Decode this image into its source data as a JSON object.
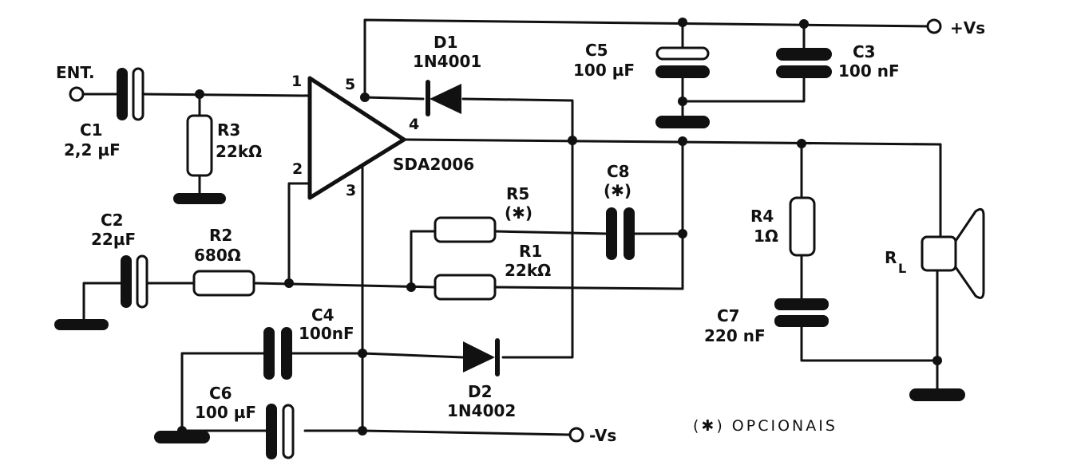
{
  "diagram": {
    "title": "SDA2006 audio amplifier schematic",
    "ic": {
      "name": "SDA2006",
      "pins": {
        "p1": "1",
        "p2": "2",
        "p3": "3",
        "p4": "4",
        "p5": "5"
      }
    },
    "terminals": {
      "input": "ENT.",
      "vplus": "+Vs",
      "vminus": "-Vs"
    },
    "components": {
      "c1": {
        "ref": "C1",
        "value": "2,2 µF"
      },
      "c2": {
        "ref": "C2",
        "value": "22µF"
      },
      "c3": {
        "ref": "C3",
        "value": "100 nF"
      },
      "c4": {
        "ref": "C4",
        "value": "100nF"
      },
      "c5": {
        "ref": "C5",
        "value": "100 µF"
      },
      "c6": {
        "ref": "C6",
        "value": "100 µF"
      },
      "c7": {
        "ref": "C7",
        "value": "220 nF"
      },
      "c8": {
        "ref": "C8",
        "value": "(✱)"
      },
      "r1": {
        "ref": "R1",
        "value": "22kΩ"
      },
      "r2": {
        "ref": "R2",
        "value": "680Ω"
      },
      "r3": {
        "ref": "R3",
        "value": "22kΩ"
      },
      "r4": {
        "ref": "R4",
        "value": "1Ω"
      },
      "r5": {
        "ref": "R5",
        "value": "(✱)"
      },
      "d1": {
        "ref": "D1",
        "value": "1N4001"
      },
      "d2": {
        "ref": "D2",
        "value": "1N4002"
      },
      "rl": {
        "ref": "R",
        "sub": "L"
      }
    },
    "note": "(✱) OPCIONAIS"
  }
}
